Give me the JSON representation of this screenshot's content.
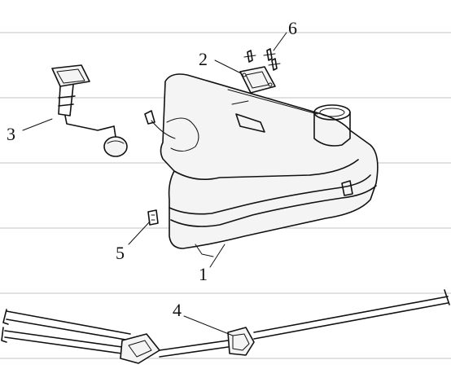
{
  "diagram": {
    "callouts": [
      {
        "id": "1",
        "label": "1"
      },
      {
        "id": "2",
        "label": "2"
      },
      {
        "id": "3",
        "label": "3"
      },
      {
        "id": "4",
        "label": "4"
      },
      {
        "id": "5",
        "label": "5"
      },
      {
        "id": "6",
        "label": "6"
      }
    ],
    "line_color": "#111111",
    "background_color": "#ffffff"
  }
}
